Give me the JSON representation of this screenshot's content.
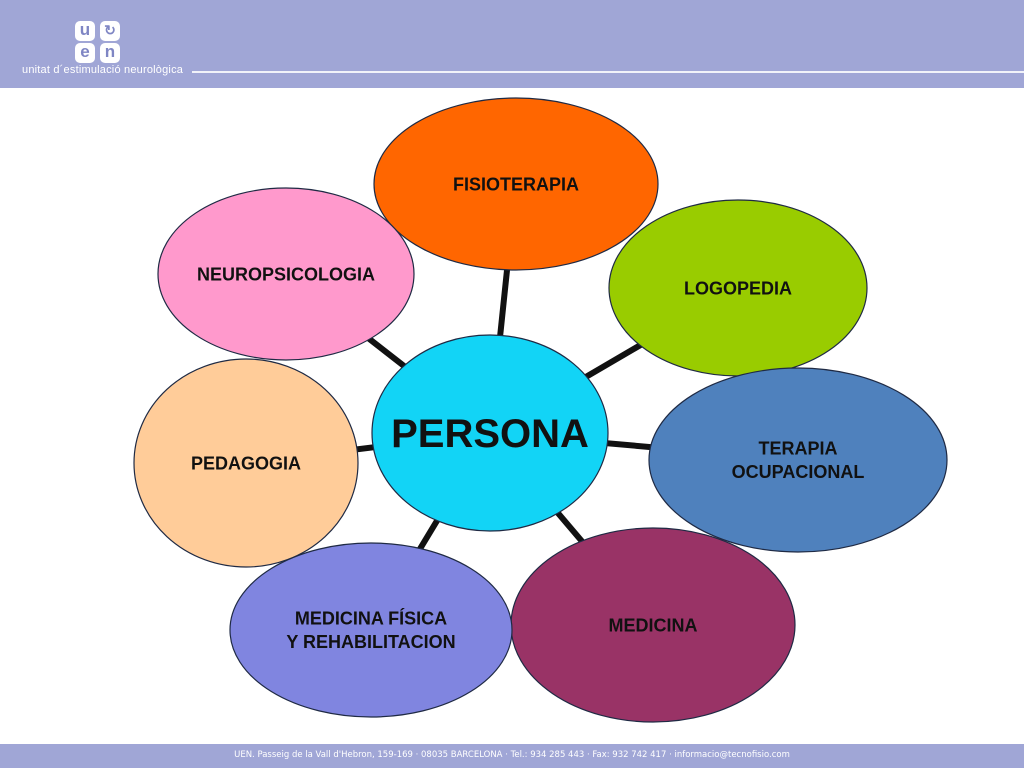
{
  "header": {
    "logo_letters": [
      "u",
      "e",
      "n"
    ],
    "tagline": "unitat d´estimulació neurològica"
  },
  "diagram": {
    "center": {
      "label": "PERSONA",
      "color": "#12d4f6"
    },
    "nodes": [
      {
        "id": "fisioterapia",
        "lines": [
          "FISIOTERAPIA"
        ],
        "color": "#ff6600"
      },
      {
        "id": "logopedia",
        "lines": [
          "LOGOPEDIA"
        ],
        "color": "#99cc00"
      },
      {
        "id": "terapia-ocupacional",
        "lines": [
          "TERAPIA",
          "OCUPACIONAL"
        ],
        "color": "#4f81bd"
      },
      {
        "id": "medicina",
        "lines": [
          "MEDICINA"
        ],
        "color": "#993366"
      },
      {
        "id": "medicina-fisica",
        "lines": [
          "MEDICINA FÍSICA",
          "Y REHABILITACION"
        ],
        "color": "#8085e0"
      },
      {
        "id": "pedagogia",
        "lines": [
          "PEDAGOGIA"
        ],
        "color": "#ffcc99"
      },
      {
        "id": "neuropsicologia",
        "lines": [
          "NEUROPSICOLOGIA"
        ],
        "color": "#ff99cc"
      }
    ]
  },
  "footer": {
    "text": "UEN.   Passeig de la Vall d'Hebron,  159-169 ·  08035 BARCELONA · Tel.: 934 285 443  ·  Fax: 932 742 417 ·  informacio@tecnofisio.com"
  }
}
